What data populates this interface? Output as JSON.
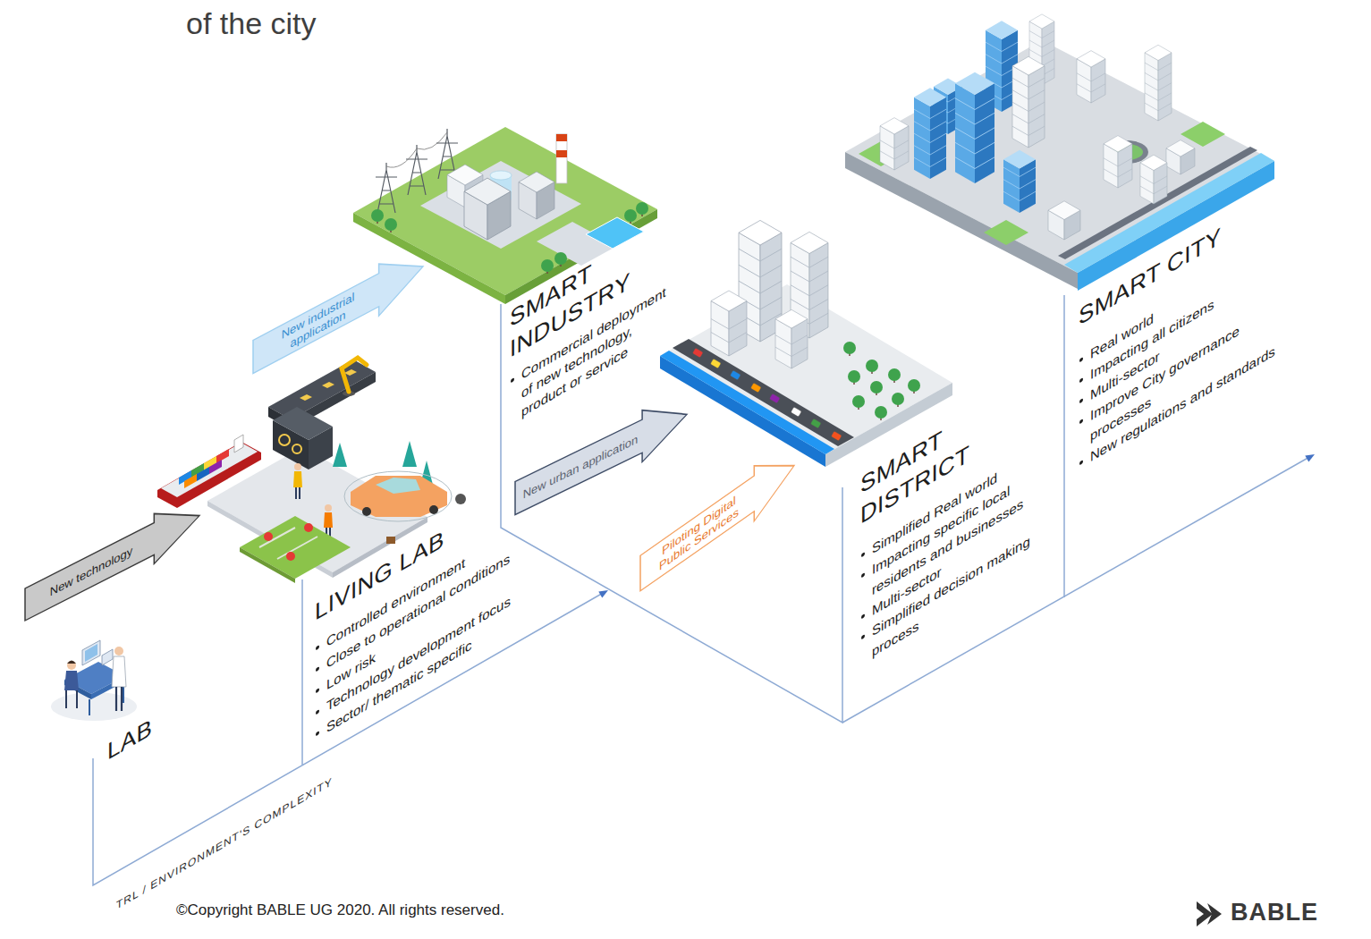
{
  "diagram": {
    "nodes": [
      {
        "text": [
          "LAB"
        ]
      },
      {
        "text": [
          "New technology"
        ]
      },
      {
        "text": [
          "LIVING LAB",
          "Controlled environment",
          "Close to operational conditions",
          "Low risk",
          "Technology development focus",
          "Sector/ thematic specific"
        ]
      },
      {
        "text": [
          "New industrial application"
        ]
      },
      {
        "text": [
          "SMART INDUSTRY",
          "Commercial deployment of new technology, product or service"
        ]
      },
      {
        "text": [
          "New urban application"
        ]
      },
      {
        "text": [
          "Piloting Digital Public Services"
        ]
      },
      {
        "text": [
          "SMART DISTRICT",
          "Simplified Real world",
          "Impacting specific local residents and businesses",
          "Multi-sector",
          "Simplified decision making process"
        ]
      },
      {
        "text": [
          "SMART CITY",
          "Real world",
          "Impacting all citizens",
          "Multi-sector",
          "Improve City governance processes",
          "New regulations and standards"
        ]
      }
    ],
    "labels": [
      "of the city",
      "TRL / ENVIRONMENT'S COMPLEXITY",
      "©Copyright BABLE UG 2020. All rights reserved.",
      "BABLE"
    ]
  }
}
